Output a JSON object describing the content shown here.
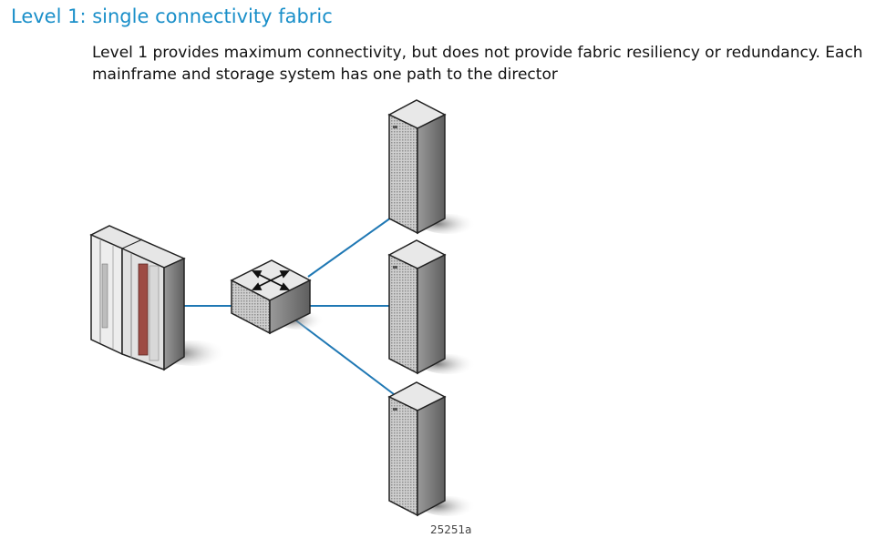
{
  "section": {
    "title": "Level 1: single connectivity fabric",
    "description": "Level 1 provides maximum connectivity, but does not provide fabric resiliency or redundancy. Each mainframe and storage system has one path to the director"
  },
  "figure": {
    "id": "25251a",
    "nodes": [
      {
        "role": "mainframe",
        "icon": "mainframe-server-icon"
      },
      {
        "role": "director",
        "icon": "fibre-channel-director-icon"
      },
      {
        "role": "storage",
        "icon": "storage-array-icon"
      },
      {
        "role": "storage",
        "icon": "storage-array-icon"
      },
      {
        "role": "storage",
        "icon": "storage-array-icon"
      }
    ],
    "link_color": "#1f78b4"
  }
}
